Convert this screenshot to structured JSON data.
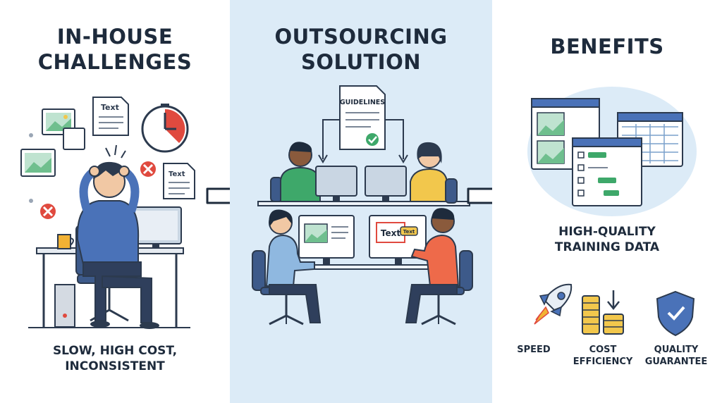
{
  "panels": {
    "left": {
      "title_line1": "IN-HOUSE",
      "title_line2": "CHALLENGES",
      "caption_line1": "SLOW, HIGH COST,",
      "caption_line2": "INCONSISTENT",
      "doc_labels": [
        "Text",
        "Text"
      ]
    },
    "middle": {
      "title_line1": "OUTSOURCING",
      "title_line2": "SOLUTION",
      "guidelines_label": "GUIDELINES",
      "screen_label": "Text",
      "tag_label": "Text"
    },
    "right": {
      "title": "BENEFITS",
      "caption_line1": "HIGH-QUALITY",
      "caption_line2": "TRAINING DATA",
      "benefits": [
        {
          "icon": "rocket-icon",
          "line1": "SPEED",
          "line2": ""
        },
        {
          "icon": "coins-icon",
          "line1": "COST",
          "line2": "EFFICIENCY"
        },
        {
          "icon": "shield-check-icon",
          "line1": "QUALITY",
          "line2": "GUARANTEE"
        }
      ]
    }
  },
  "colors": {
    "middle_bg": "#dcebf7",
    "text": "#1e2b3c",
    "error_red": "#e04a3f",
    "check_green": "#3ea86a"
  }
}
